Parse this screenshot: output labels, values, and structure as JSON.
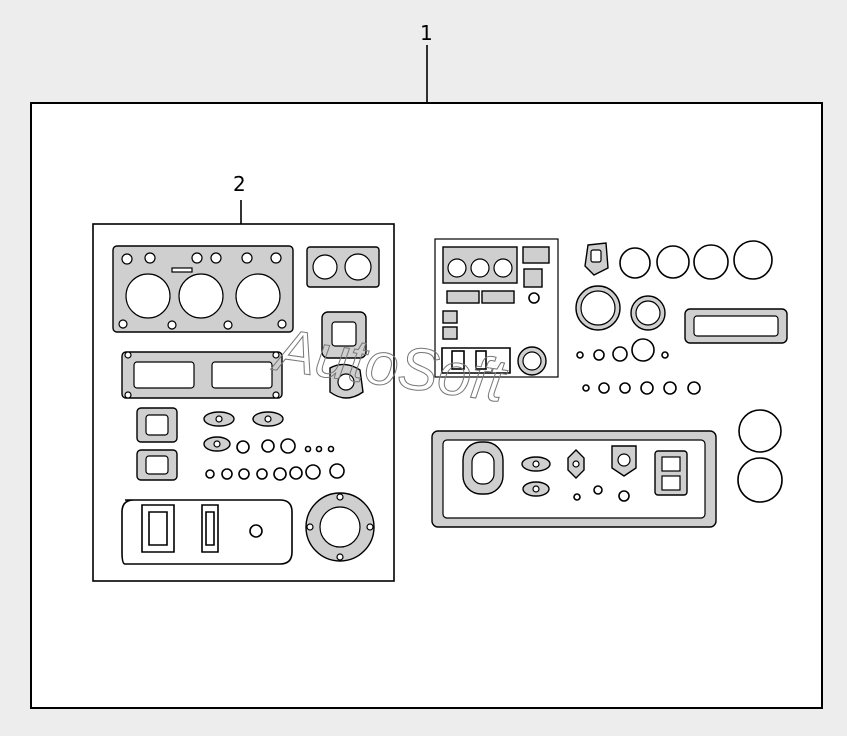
{
  "callouts": {
    "kit_outer": "1",
    "kit_inner": "2"
  },
  "watermark": "AutoSoft",
  "colors": {
    "background": "#ededed",
    "panel": "#ffffff",
    "gasket_fill": "#cfcfcf",
    "line": "#000000"
  }
}
